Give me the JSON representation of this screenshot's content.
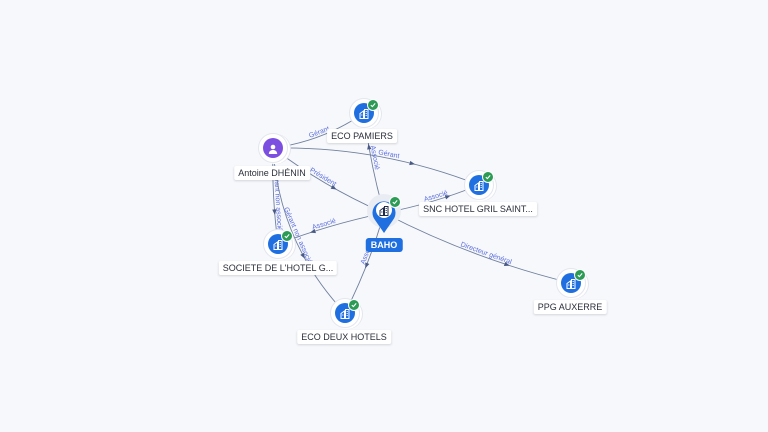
{
  "colors": {
    "company": "#1f6fe0",
    "person": "#7d4fe0",
    "verified": "#2c9b55",
    "edge": "#6f7f9e",
    "edge_label": "#5b6ee0",
    "background": "#f7f8fb"
  },
  "icons": {
    "company": "building-icon",
    "person": "person-icon",
    "verified": "check-icon"
  },
  "central": {
    "id": "baho",
    "label": "BAHO",
    "type": "company",
    "verified": true
  },
  "nodes": [
    {
      "id": "eco_pamiers",
      "label": "ECO PAMIERS",
      "type": "company",
      "verified": true
    },
    {
      "id": "antoine",
      "label": "Antoine DHÉNIN",
      "type": "person",
      "verified": false
    },
    {
      "id": "snc_hotel",
      "label": "SNC HOTEL GRIL SAINT...",
      "type": "company",
      "verified": true
    },
    {
      "id": "societe_hotel",
      "label": "SOCIETE DE L'HOTEL G...",
      "type": "company",
      "verified": true
    },
    {
      "id": "eco_deux",
      "label": "ECO DEUX HOTELS",
      "type": "company",
      "verified": true
    },
    {
      "id": "ppg",
      "label": "PPG AUXERRE",
      "type": "company",
      "verified": true
    }
  ],
  "edges": [
    {
      "from": "antoine",
      "to": "eco_pamiers",
      "label": "Gérant"
    },
    {
      "from": "baho",
      "to": "eco_pamiers",
      "label": "Associé"
    },
    {
      "from": "antoine",
      "to": "snc_hotel",
      "label": "Gérant"
    },
    {
      "from": "baho",
      "to": "snc_hotel",
      "label": "Associé"
    },
    {
      "from": "antoine",
      "to": "baho",
      "label": "Président"
    },
    {
      "from": "antoine",
      "to": "societe_hotel",
      "label": "Gérant non associé"
    },
    {
      "from": "antoine",
      "to": "eco_deux",
      "label": "Gérant non associé"
    },
    {
      "from": "baho",
      "to": "societe_hotel",
      "label": "Associé"
    },
    {
      "from": "baho",
      "to": "eco_deux",
      "label": "Associé"
    },
    {
      "from": "baho",
      "to": "ppg",
      "label": "Directeur général"
    }
  ]
}
